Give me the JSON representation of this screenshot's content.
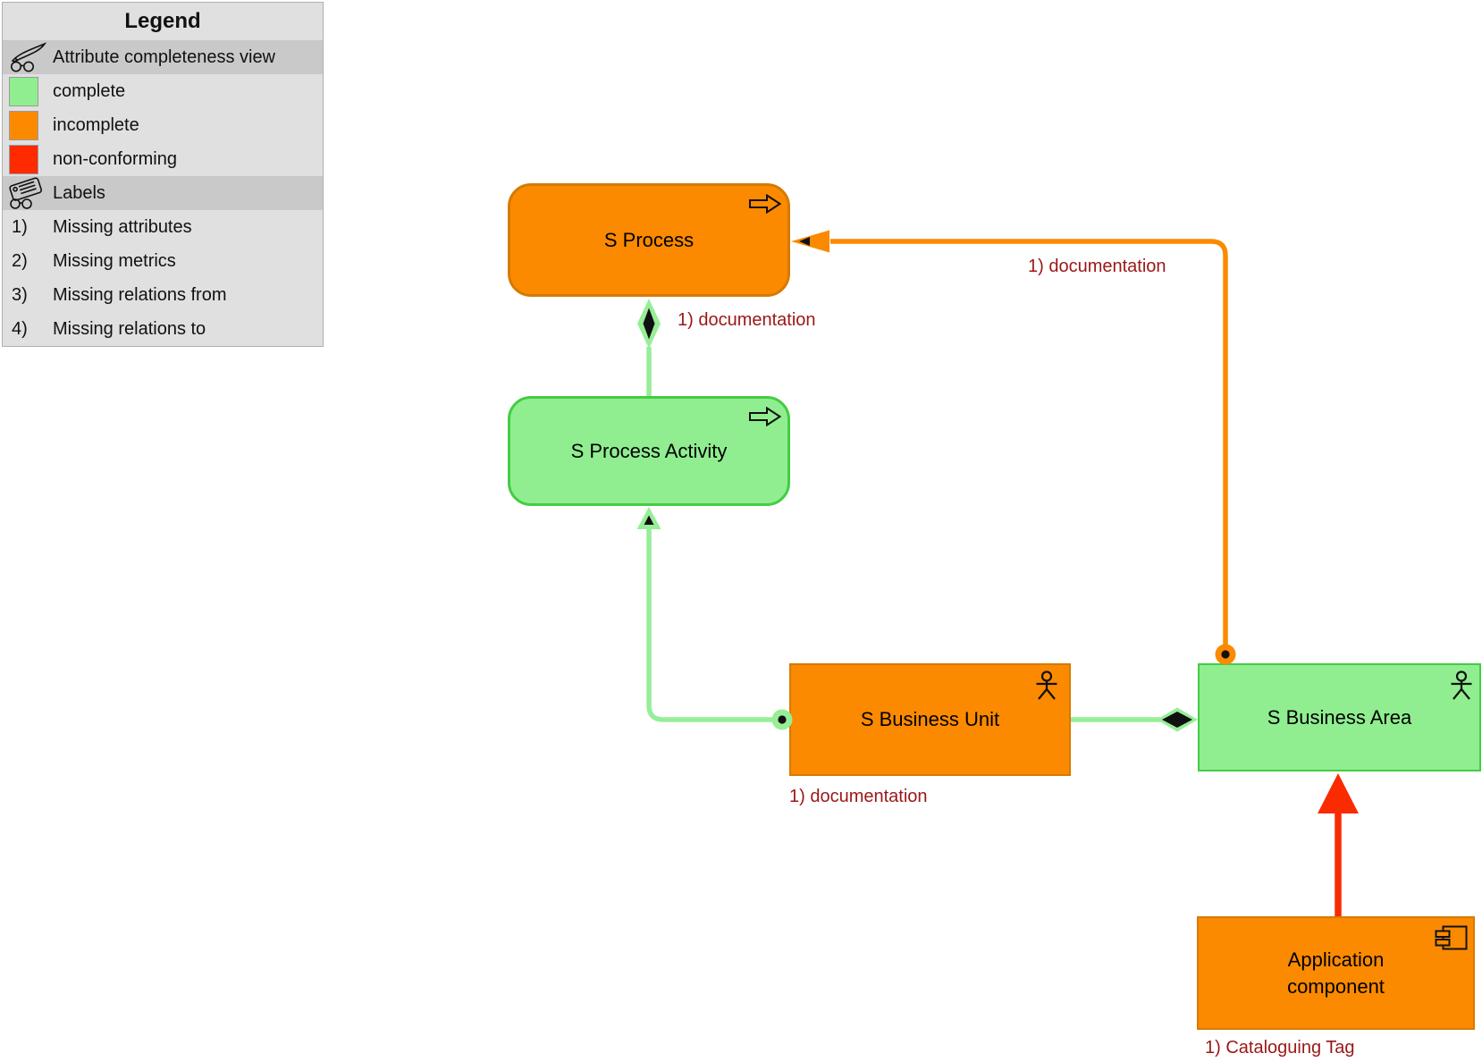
{
  "legend": {
    "title": "Legend",
    "rows": [
      {
        "icon": "glasses-pen-icon",
        "label": "Attribute completeness view"
      },
      {
        "swatch": "#90EE90",
        "label": "complete"
      },
      {
        "swatch": "#FB8A00",
        "label": "incomplete"
      },
      {
        "swatch": "#FF2A00",
        "label": "non-conforming"
      },
      {
        "icon": "tag-glasses-icon",
        "label": "Labels"
      },
      {
        "prefix": "1)",
        "label": "Missing attributes"
      },
      {
        "prefix": "2)",
        "label": "Missing metrics"
      },
      {
        "prefix": "3)",
        "label": "Missing relations from"
      },
      {
        "prefix": "4)",
        "label": "Missing relations to"
      }
    ]
  },
  "nodes": {
    "s_process": {
      "label": "S Process"
    },
    "s_process_activity": {
      "label": "S Process Activity"
    },
    "s_business_unit": {
      "label": "S Business Unit"
    },
    "s_business_area": {
      "label": "S Business Area"
    },
    "application_component": {
      "label": "Application component"
    }
  },
  "edge_labels": {
    "process_composition": "1) documentation",
    "area_assignment": "1) documentation",
    "business_unit": "1) documentation",
    "application_component": "1) Cataloguing Tag"
  },
  "colors": {
    "complete_fill": "#90EE90",
    "complete_border": "#44CC44",
    "incomplete_fill": "#FB8A00",
    "incomplete_border": "#D67A00",
    "non_conforming": "#FF2A00",
    "green_line": "#97EE97",
    "orange_line": "#FB8A00",
    "red_line": "#FA2B00",
    "edge_label_text": "#9B1717",
    "legend_background": "#e0e0e0",
    "legend_highlight_row": "#c9c9c9"
  }
}
